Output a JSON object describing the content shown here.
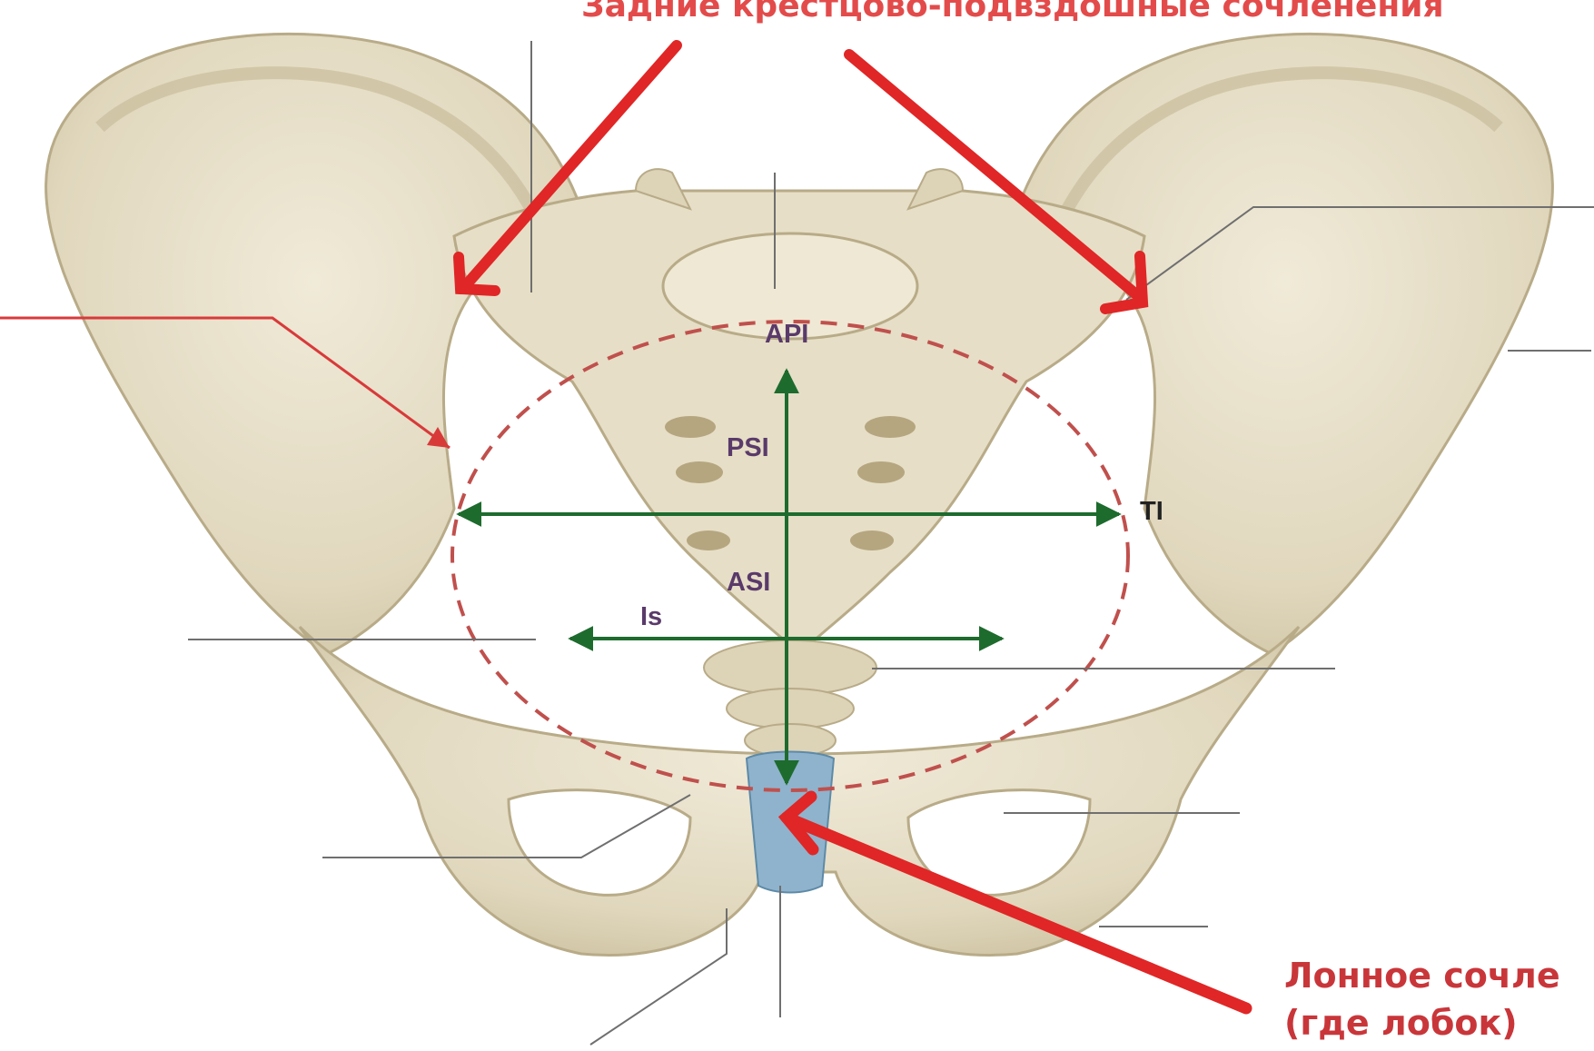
{
  "callouts": {
    "posterior_joints": "Задние крестцово-подвздошные сочленения",
    "symphysis_line1": "Лонное сочле",
    "symphysis_line2": "(где лобок)"
  },
  "measurements": {
    "api": "API",
    "psi": "PSI",
    "asi": "ASI",
    "ti": "TI",
    "is": "Is"
  },
  "colors": {
    "background": "#ffffff",
    "bone": "#e3dcc5",
    "bone_shadow": "#c7bb99",
    "bone_highlight": "#f2eddd",
    "symphysis": "#8fb3cc",
    "arrow_red": "#e02626",
    "callout_text": "#d94848",
    "measure_green": "#1e6b2e",
    "measure_label": "#5a3a6a",
    "pelvic_inlet_dash": "#c0504d",
    "leader_line": "#6f6f6f"
  }
}
